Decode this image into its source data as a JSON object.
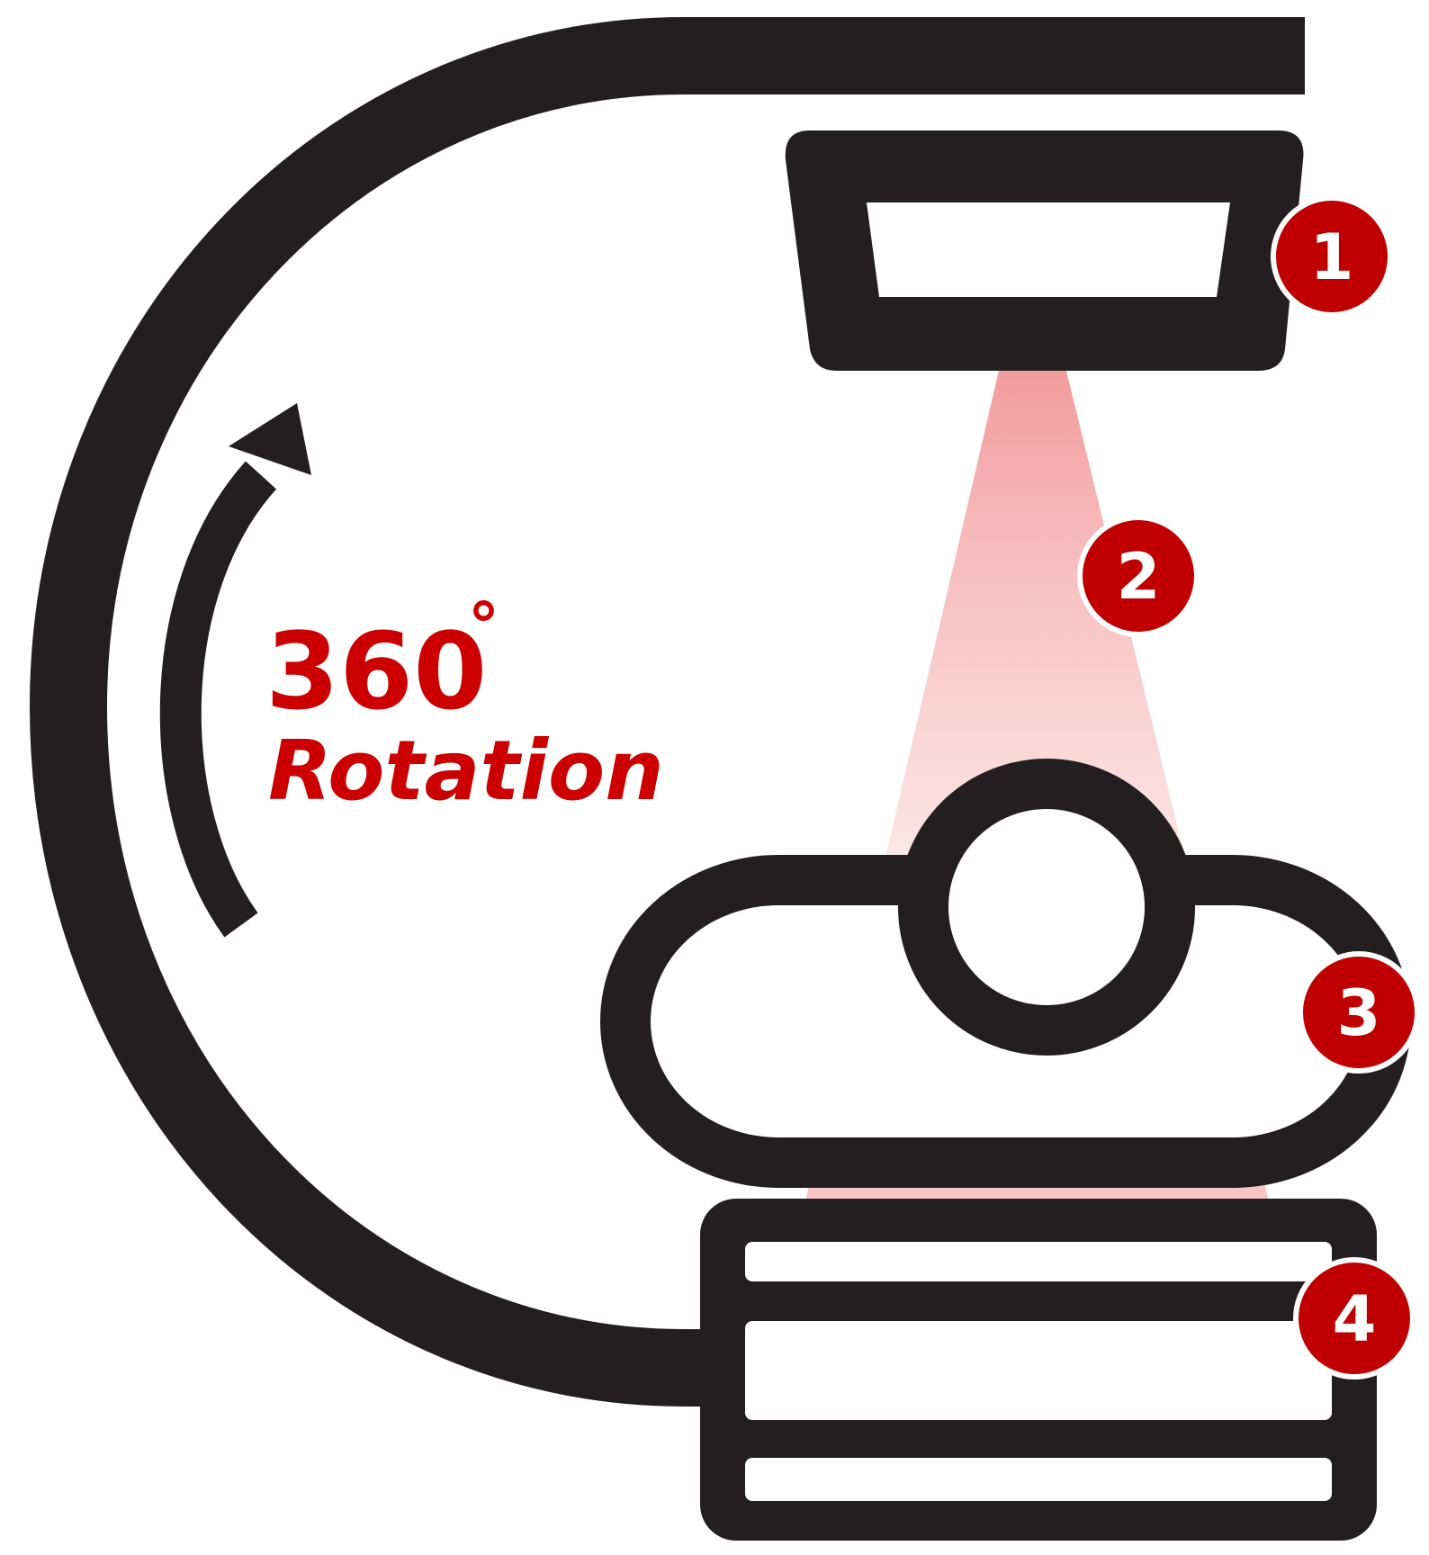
{
  "rotation": {
    "number": "360",
    "degree_symbol": "°",
    "word": "Rotation"
  },
  "badges": [
    {
      "label": "1"
    },
    {
      "label": "2"
    },
    {
      "label": "3"
    },
    {
      "label": "4"
    }
  ],
  "icons": {
    "rotation_arrow": "curved-arrow-icon",
    "gantry": "c-arm-gantry-icon",
    "source": "x-ray-source-icon",
    "beam": "x-ray-beam-icon",
    "patient": "patient-icon",
    "detector": "detector-icon"
  },
  "colors": {
    "outline": "#231f20",
    "accent": "#cc0000",
    "badge_fill": "#c00000",
    "badge_text": "#ffffff",
    "beam": "#f08a8a",
    "background": "#ffffff"
  }
}
